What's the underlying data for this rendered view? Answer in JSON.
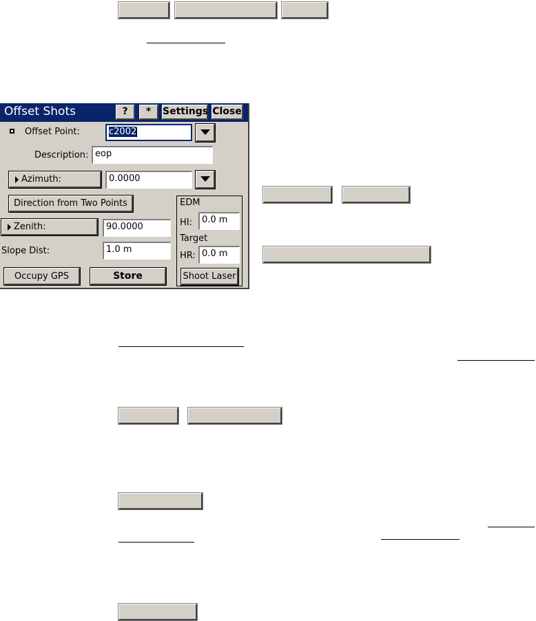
{
  "window": {
    "title": "Offset Shots",
    "help_label": "?",
    "star_label": "*",
    "settings_label": "Settings",
    "close_label": "Close"
  },
  "form": {
    "offset_point_label": "Offset Point:",
    "offset_point_value": "c2002",
    "description_label": "Description:",
    "description_value": "eop",
    "azimuth_label": "Azimuth:",
    "azimuth_value": "0.0000",
    "direction_button": "Direction from Two Points",
    "zenith_label": "Zenith:",
    "zenith_value": "90.0000",
    "slope_dist_label": "Slope Dist:",
    "slope_dist_value": "1.0 m",
    "occupy_gps_label": "Occupy GPS",
    "store_label": "Store"
  },
  "edm": {
    "title": "EDM",
    "hi_label": "HI:",
    "hi_value": "0.0 m",
    "target_label": "Target",
    "hr_label": "HR:",
    "hr_value": "0.0 m",
    "shoot_laser_label": "Shoot Laser"
  },
  "icons": {
    "dropdown": "chevron-down-icon",
    "expand": "triangle-right-icon",
    "bullet": "bullet-icon"
  },
  "colors": {
    "titlebar": "#0a246a",
    "face": "#d4d0c8"
  }
}
